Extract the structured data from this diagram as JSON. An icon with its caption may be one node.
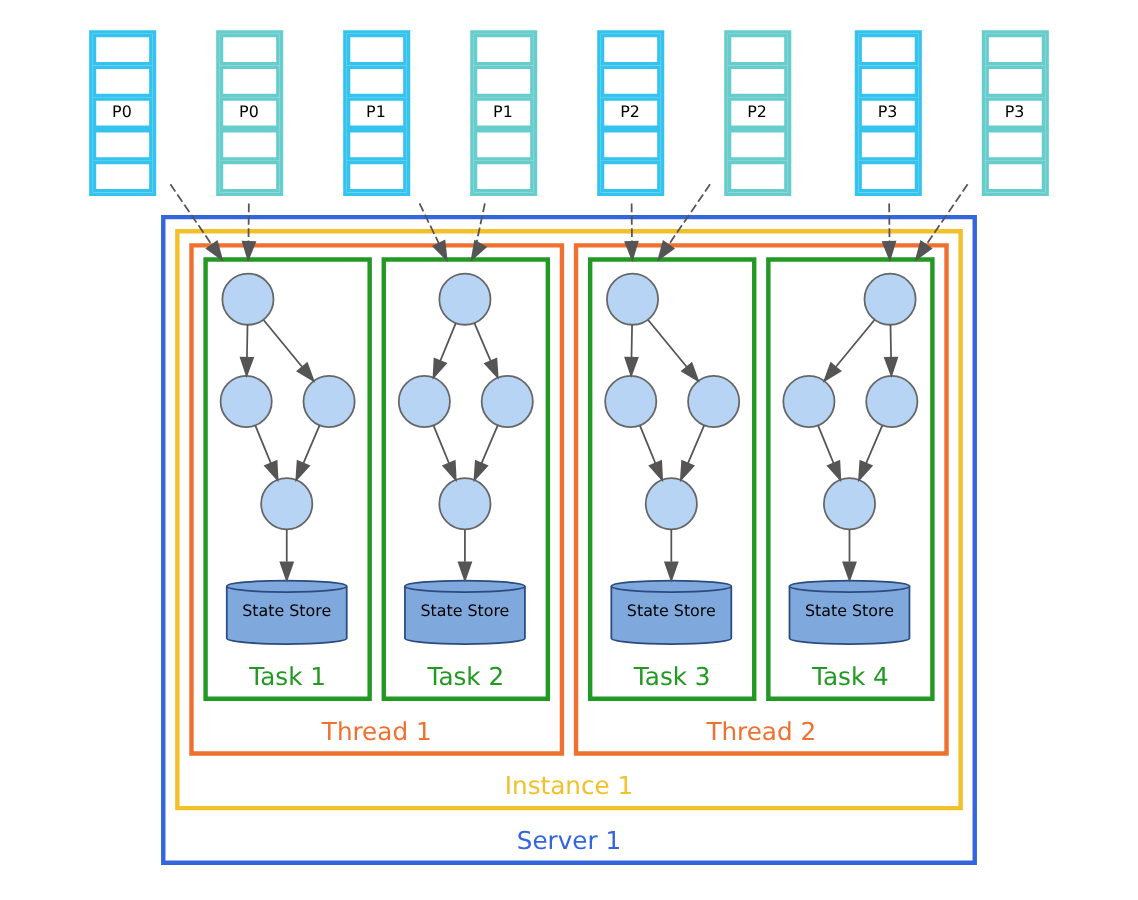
{
  "diagram": {
    "nodes": [
      {
        "text": [
          "P0"
        ]
      },
      {
        "text": [
          "P1"
        ]
      },
      {
        "text": [
          "P2"
        ]
      },
      {
        "text": [
          "P3"
        ]
      },
      {
        "text": [
          "P0"
        ]
      },
      {
        "text": [
          "P1"
        ]
      },
      {
        "text": [
          "P2"
        ]
      },
      {
        "text": [
          "P3"
        ]
      },
      {
        "text": [
          "Server 1"
        ]
      },
      {
        "text": [
          "Instance 1"
        ],
        "in": 8
      },
      {
        "text": [
          "Thread 1"
        ],
        "in": 9
      },
      {
        "text": [
          "Task 1"
        ],
        "in": 10
      },
      {
        "text": [],
        "shape": "circle",
        "in": 11
      },
      {
        "text": [],
        "shape": "circle",
        "in": 11
      },
      {
        "text": [],
        "shape": "circle",
        "in": 11
      },
      {
        "text": [],
        "shape": "circle",
        "in": 11
      },
      {
        "text": [
          "State Store"
        ],
        "in": 11
      },
      {
        "text": [
          "Task 2"
        ],
        "in": 10
      },
      {
        "text": [],
        "shape": "circle",
        "in": 17
      },
      {
        "text": [],
        "shape": "circle",
        "in": 17
      },
      {
        "text": [],
        "shape": "circle",
        "in": 17
      },
      {
        "text": [],
        "shape": "circle",
        "in": 17
      },
      {
        "text": [
          "State Store"
        ],
        "in": 17
      },
      {
        "text": [
          "Thread 2"
        ],
        "in": 9
      },
      {
        "text": [
          "Task 3"
        ],
        "in": 23
      },
      {
        "text": [],
        "shape": "circle",
        "in": 24
      },
      {
        "text": [],
        "shape": "circle",
        "in": 24
      },
      {
        "text": [],
        "shape": "circle",
        "in": 24
      },
      {
        "text": [],
        "shape": "circle",
        "in": 24
      },
      {
        "text": [
          "State Store"
        ],
        "in": 24
      },
      {
        "text": [
          "Task 4"
        ],
        "in": 23
      },
      {
        "text": [],
        "shape": "circle",
        "in": 30
      },
      {
        "text": [],
        "shape": "circle",
        "in": 30
      },
      {
        "text": [],
        "shape": "circle",
        "in": 30
      },
      {
        "text": [],
        "shape": "circle",
        "in": 30
      },
      {
        "text": [
          "State Store"
        ],
        "in": 30
      }
    ],
    "edges": [
      {
        "from": 0,
        "to": 11,
        "arrow": "to",
        "style": "dashed"
      },
      {
        "from": 1,
        "to": 17,
        "arrow": "to",
        "style": "dashed"
      },
      {
        "from": 2,
        "to": 24,
        "arrow": "to",
        "style": "dashed"
      },
      {
        "from": 3,
        "to": 30,
        "arrow": "to",
        "style": "dashed"
      },
      {
        "from": 4,
        "to": 11,
        "arrow": "to",
        "style": "dashed"
      },
      {
        "from": 5,
        "to": 17,
        "arrow": "to",
        "style": "dashed"
      },
      {
        "from": 6,
        "to": 24,
        "arrow": "to",
        "style": "dashed"
      },
      {
        "from": 7,
        "to": 30,
        "arrow": "to",
        "style": "dashed"
      },
      {
        "from": 12,
        "to": 13,
        "arrow": "to"
      },
      {
        "from": 12,
        "to": 14,
        "arrow": "to"
      },
      {
        "from": 13,
        "to": 15,
        "arrow": "to"
      },
      {
        "from": 14,
        "to": 15,
        "arrow": "to"
      },
      {
        "from": 15,
        "to": 16,
        "arrow": "to"
      },
      {
        "from": 18,
        "to": 19,
        "arrow": "to"
      },
      {
        "from": 18,
        "to": 20,
        "arrow": "to"
      },
      {
        "from": 19,
        "to": 21,
        "arrow": "to"
      },
      {
        "from": 20,
        "to": 21,
        "arrow": "to"
      },
      {
        "from": 21,
        "to": 22,
        "arrow": "to"
      },
      {
        "from": 25,
        "to": 26,
        "arrow": "to"
      },
      {
        "from": 25,
        "to": 27,
        "arrow": "to"
      },
      {
        "from": 26,
        "to": 28,
        "arrow": "to"
      },
      {
        "from": 27,
        "to": 28,
        "arrow": "to"
      },
      {
        "from": 28,
        "to": 29,
        "arrow": "to"
      },
      {
        "from": 31,
        "to": 32,
        "arrow": "to"
      },
      {
        "from": 31,
        "to": 33,
        "arrow": "to"
      },
      {
        "from": 32,
        "to": 34,
        "arrow": "to"
      },
      {
        "from": 33,
        "to": 34,
        "arrow": "to"
      },
      {
        "from": 34,
        "to": 35,
        "arrow": "to"
      }
    ]
  }
}
